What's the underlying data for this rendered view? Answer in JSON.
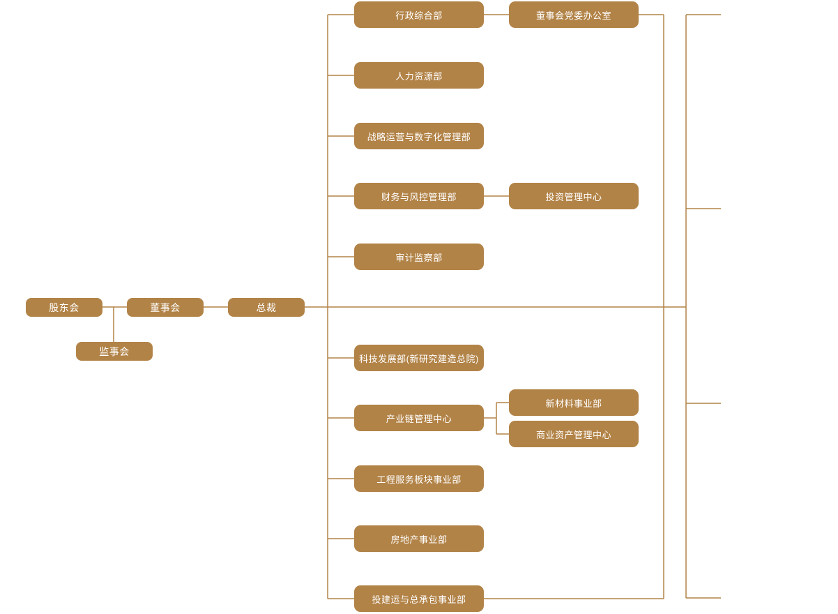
{
  "org_chart": {
    "governance": {
      "shareholders": "股东会",
      "supervisory_board": "监事会",
      "board_of_directors": "董事会",
      "president": "总裁"
    },
    "departments": {
      "admin_general": "行政综合部",
      "human_resources": "人力资源部",
      "strategy_digital": "战略运营与数字化管理部",
      "finance_risk": "财务与风控管理部",
      "audit_supervision": "审计监察部",
      "tech_development": "科技发展部(新研究建造总院)",
      "industry_chain_center": "产业链管理中心",
      "engineering_services": "工程服务板块事业部",
      "real_estate": "房地产事业部",
      "investment_epc": "投建运与总承包事业部"
    },
    "sub_departments": {
      "board_party_office": "董事会党委办公室",
      "investment_center": "投资管理中心",
      "new_materials": "新材料事业部",
      "commercial_assets": "商业资产管理中心"
    },
    "colors": {
      "node_fill": "#B28347",
      "connector_line": "#B28347",
      "node_text": "#FFFFFF",
      "background": "#FFFFFF"
    }
  }
}
